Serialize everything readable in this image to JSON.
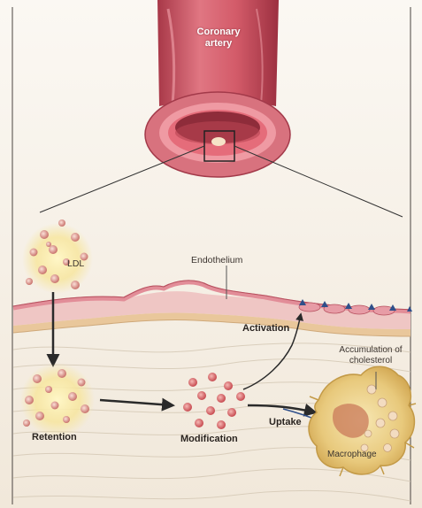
{
  "labels": {
    "coronary_artery_line1": "Coronary",
    "coronary_artery_line2": "artery",
    "ldl": "LDL",
    "endothelium": "Endothelium",
    "activation": "Activation",
    "accumulation_line1": "Accumulation of",
    "accumulation_line2": "cholesterol",
    "retention": "Retention",
    "modification": "Modification",
    "uptake": "Uptake",
    "macrophage": "Macrophage"
  },
  "colors": {
    "background": "#f4efe6",
    "artery_wall": "#c9505f",
    "artery_lumen": "#8e2c3a",
    "endothelium": "#e9a9b0",
    "ldl_particle": "#d9948e",
    "ldl_glow": "#f7e59a",
    "macrophage": "#e8c97c",
    "activation_markers": "#2f4f8a",
    "arrows": "#2a2a2a"
  }
}
